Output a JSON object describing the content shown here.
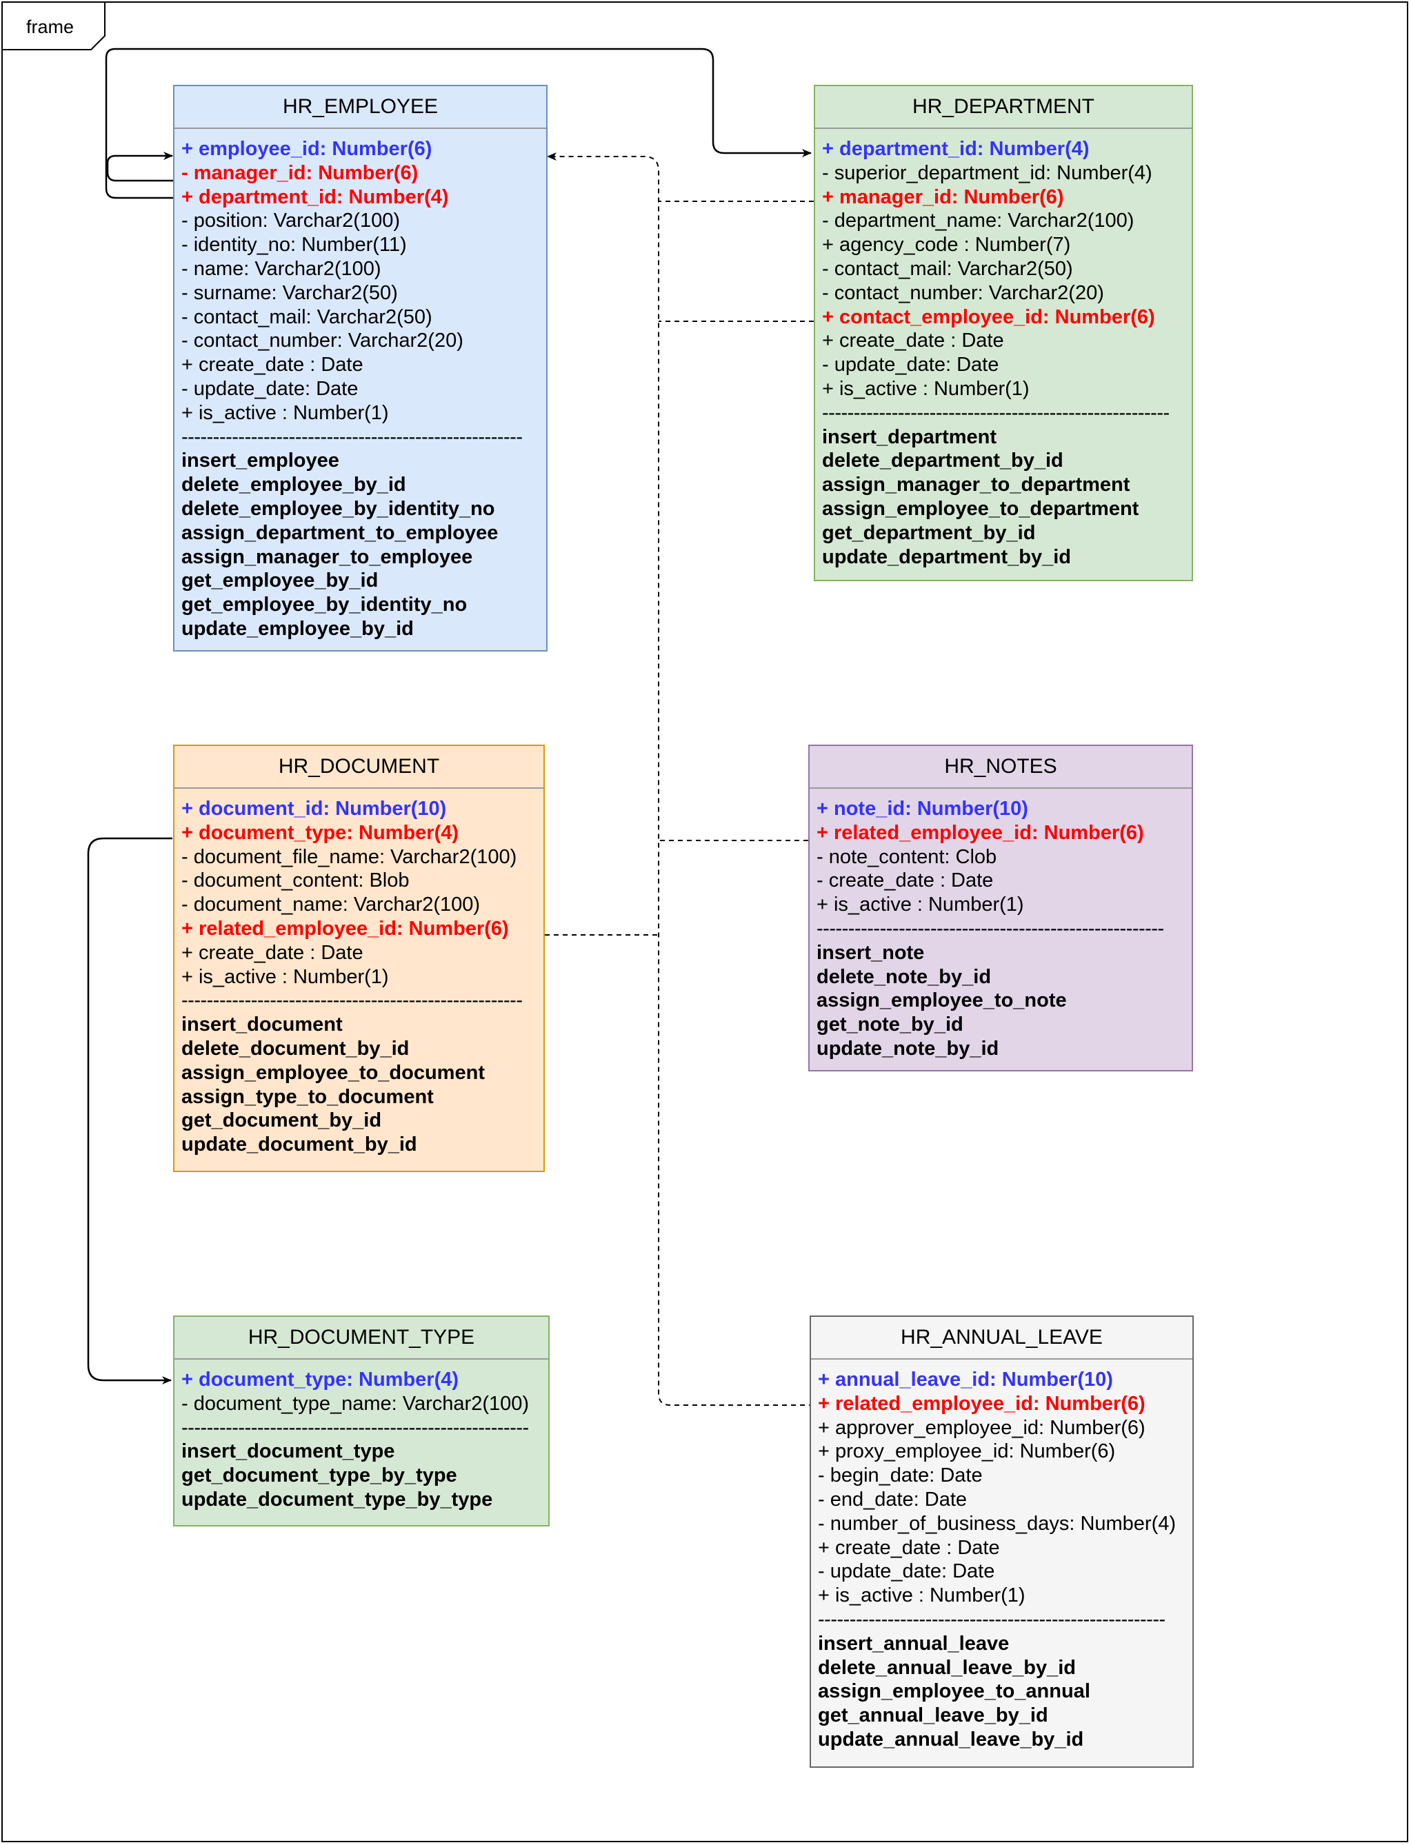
{
  "frame": {
    "label": "frame"
  },
  "colors": {
    "primary_key": "#3333ff",
    "foreign_key": "#ff0000",
    "employee_fill": "#dae8fc",
    "employee_border": "#6c8ebf",
    "department_fill": "#d5e8d4",
    "department_border": "#82b366",
    "document_fill": "#ffe6cc",
    "document_border": "#d79b00",
    "notes_fill": "#e1d5e7",
    "notes_border": "#9673a6",
    "document_type_fill": "#d5e8d4",
    "document_type_border": "#82b366",
    "annual_leave_fill": "#f5f5f5",
    "annual_leave_border": "#666666"
  },
  "entities": {
    "hr_employee": {
      "title": "HR_EMPLOYEE",
      "lines": [
        {
          "text": "+ employee_id: Number(6)",
          "kind": "pk"
        },
        {
          "text": "- manager_id: Number(6)",
          "kind": "fk"
        },
        {
          "text": "+ department_id: Number(4)",
          "kind": "fk"
        },
        {
          "text": "- position: Varchar2(100)",
          "kind": "attr"
        },
        {
          "text": "- identity_no: Number(11)",
          "kind": "attr"
        },
        {
          "text": "- name: Varchar2(100)",
          "kind": "attr"
        },
        {
          "text": "- surname: Varchar2(50)",
          "kind": "attr"
        },
        {
          "text": "- contact_mail: Varchar2(50)",
          "kind": "attr"
        },
        {
          "text": "- contact_number: Varchar2(20)",
          "kind": "attr"
        },
        {
          "text": "+ create_date : Date",
          "kind": "attr"
        },
        {
          "text": "- update_date: Date",
          "kind": "attr"
        },
        {
          "text": "+ is_active : Number(1)",
          "kind": "attr"
        },
        {
          "text": "------------------------------------------------------",
          "kind": "sep"
        },
        {
          "text": "insert_employee",
          "kind": "method"
        },
        {
          "text": "delete_employee_by_id",
          "kind": "method"
        },
        {
          "text": "delete_employee_by_identity_no",
          "kind": "method"
        },
        {
          "text": "assign_department_to_employee",
          "kind": "method"
        },
        {
          "text": "assign_manager_to_employee",
          "kind": "method"
        },
        {
          "text": "get_employee_by_id",
          "kind": "method"
        },
        {
          "text": "get_employee_by_identity_no",
          "kind": "method"
        },
        {
          "text": "update_employee_by_id",
          "kind": "method"
        }
      ]
    },
    "hr_department": {
      "title": "HR_DEPARTMENT",
      "lines": [
        {
          "text": "+ department_id: Number(4)",
          "kind": "pk"
        },
        {
          "text": "- superior_department_id: Number(4)",
          "kind": "attr"
        },
        {
          "text": "+ manager_id: Number(6)",
          "kind": "fk"
        },
        {
          "text": "- department_name: Varchar2(100)",
          "kind": "attr"
        },
        {
          "text": "+ agency_code : Number(7)",
          "kind": "attr"
        },
        {
          "text": "- contact_mail: Varchar2(50)",
          "kind": "attr"
        },
        {
          "text": "- contact_number: Varchar2(20)",
          "kind": "attr"
        },
        {
          "text": "+ contact_employee_id: Number(6)",
          "kind": "fk"
        },
        {
          "text": "+ create_date : Date",
          "kind": "attr"
        },
        {
          "text": "- update_date: Date",
          "kind": "attr"
        },
        {
          "text": "+ is_active : Number(1)",
          "kind": "attr"
        },
        {
          "text": "-------------------------------------------------------",
          "kind": "sep"
        },
        {
          "text": "insert_department",
          "kind": "method"
        },
        {
          "text": "delete_department_by_id",
          "kind": "method"
        },
        {
          "text": "assign_manager_to_department",
          "kind": "method"
        },
        {
          "text": "assign_employee_to_department",
          "kind": "method"
        },
        {
          "text": "get_department_by_id",
          "kind": "method"
        },
        {
          "text": "update_department_by_id",
          "kind": "method"
        }
      ]
    },
    "hr_document": {
      "title": "HR_DOCUMENT",
      "lines": [
        {
          "text": "+ document_id: Number(10)",
          "kind": "pk"
        },
        {
          "text": "+ document_type: Number(4)",
          "kind": "fk"
        },
        {
          "text": "- document_file_name: Varchar2(100)",
          "kind": "attr"
        },
        {
          "text": "- document_content: Blob",
          "kind": "attr"
        },
        {
          "text": "- document_name: Varchar2(100)",
          "kind": "attr"
        },
        {
          "text": "+ related_employee_id: Number(6)",
          "kind": "fk"
        },
        {
          "text": "+ create_date : Date",
          "kind": "attr"
        },
        {
          "text": "+ is_active : Number(1)",
          "kind": "attr"
        },
        {
          "text": "------------------------------------------------------",
          "kind": "sep"
        },
        {
          "text": "insert_document",
          "kind": "method"
        },
        {
          "text": "delete_document_by_id",
          "kind": "method"
        },
        {
          "text": "assign_employee_to_document",
          "kind": "method"
        },
        {
          "text": "assign_type_to_document",
          "kind": "method"
        },
        {
          "text": "get_document_by_id",
          "kind": "method"
        },
        {
          "text": "update_document_by_id",
          "kind": "method"
        }
      ]
    },
    "hr_notes": {
      "title": "HR_NOTES",
      "lines": [
        {
          "text": "+ note_id: Number(10)",
          "kind": "pk"
        },
        {
          "text": "+ related_employee_id: Number(6)",
          "kind": "fk"
        },
        {
          "text": "- note_content: Clob",
          "kind": "attr"
        },
        {
          "text": "- create_date : Date",
          "kind": "attr"
        },
        {
          "text": "+ is_active : Number(1)",
          "kind": "attr"
        },
        {
          "text": "-------------------------------------------------------",
          "kind": "sep"
        },
        {
          "text": "insert_note",
          "kind": "method"
        },
        {
          "text": "delete_note_by_id",
          "kind": "method"
        },
        {
          "text": "assign_employee_to_note",
          "kind": "method"
        },
        {
          "text": "get_note_by_id",
          "kind": "method"
        },
        {
          "text": "update_note_by_id",
          "kind": "method"
        }
      ]
    },
    "hr_document_type": {
      "title": "HR_DOCUMENT_TYPE",
      "lines": [
        {
          "text": "+ document_type: Number(4)",
          "kind": "pk"
        },
        {
          "text": "- document_type_name: Varchar2(100)",
          "kind": "attr"
        },
        {
          "text": "-------------------------------------------------------",
          "kind": "sep"
        },
        {
          "text": "insert_document_type",
          "kind": "method"
        },
        {
          "text": "get_document_type_by_type",
          "kind": "method"
        },
        {
          "text": "update_document_type_by_type",
          "kind": "method"
        }
      ]
    },
    "hr_annual_leave": {
      "title": "HR_ANNUAL_LEAVE",
      "lines": [
        {
          "text": "+ annual_leave_id: Number(10)",
          "kind": "pk"
        },
        {
          "text": "+ related_employee_id: Number(6)",
          "kind": "fk"
        },
        {
          "text": "+ approver_employee_id: Number(6)",
          "kind": "attr"
        },
        {
          "text": "+ proxy_employee_id: Number(6)",
          "kind": "attr"
        },
        {
          "text": "- begin_date: Date",
          "kind": "attr"
        },
        {
          "text": "- end_date: Date",
          "kind": "attr"
        },
        {
          "text": "- number_of_business_days: Number(4)",
          "kind": "attr"
        },
        {
          "text": "+ create_date : Date",
          "kind": "attr"
        },
        {
          "text": "- update_date: Date",
          "kind": "attr"
        },
        {
          "text": "+ is_active : Number(1)",
          "kind": "attr"
        },
        {
          "text": "-------------------------------------------------------",
          "kind": "sep"
        },
        {
          "text": "insert_annual_leave",
          "kind": "method"
        },
        {
          "text": "delete_annual_leave_by_id",
          "kind": "method"
        },
        {
          "text": "assign_employee_to_annual",
          "kind": "method"
        },
        {
          "text": "get_annual_leave_by_id",
          "kind": "method"
        },
        {
          "text": "update_annual_leave_by_id",
          "kind": "method"
        }
      ]
    }
  }
}
